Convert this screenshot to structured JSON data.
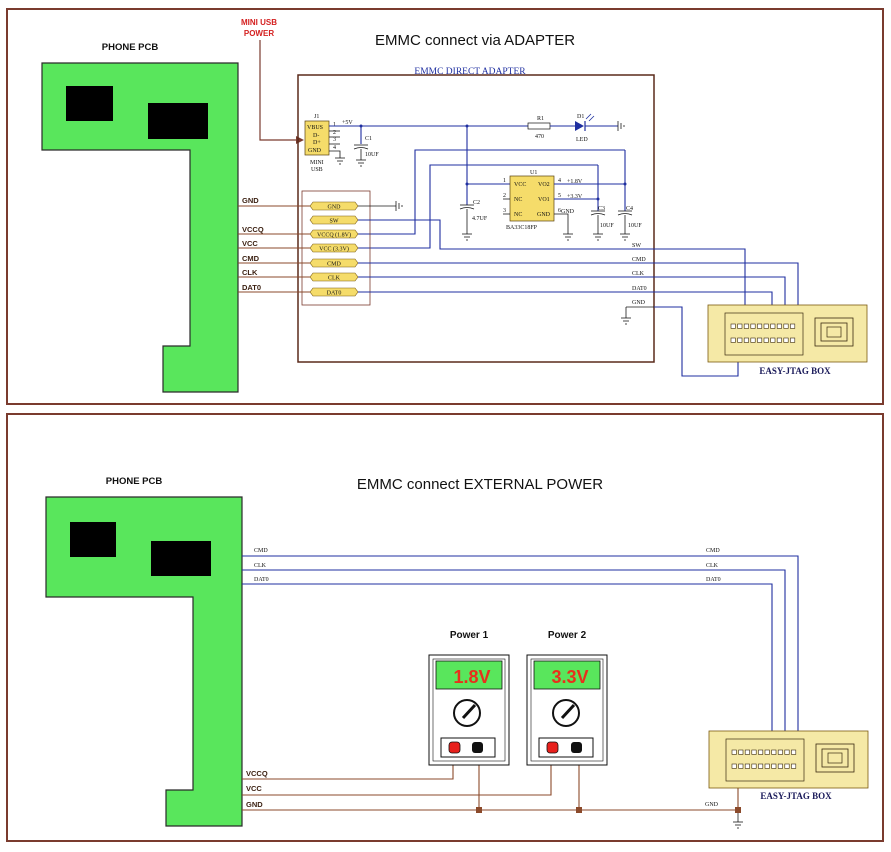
{
  "top": {
    "title": "EMMC connect via ADAPTER",
    "pcb_label": "PHONE PCB",
    "usb_label": [
      "MINI USB",
      "POWER"
    ],
    "adapter_title": "EMMC DIRECT ADAPTER",
    "pcb_signals": [
      "GND",
      "VCCQ",
      "VCC",
      "CMD",
      "CLK",
      "DAT0"
    ],
    "header_pins": [
      "GND",
      "SW",
      "VCCQ (1.8V)",
      "VCC (3.3V)",
      "CMD",
      "CLK",
      "DAT0"
    ],
    "j1": {
      "ref": "J1",
      "pins": [
        "VBUS",
        "D-",
        "D+",
        "GND"
      ],
      "nums": [
        "1",
        "2",
        "3",
        "4"
      ],
      "name": [
        "MINI",
        "USB"
      ]
    },
    "plus5v": "+5V",
    "c1": {
      "ref": "C1",
      "val": "10UF"
    },
    "r1": {
      "ref": "R1",
      "val": "470"
    },
    "d1": {
      "ref": "D1",
      "val": "LED"
    },
    "u1": {
      "ref": "U1",
      "left_pins": [
        "VCC",
        "NC",
        "NC"
      ],
      "right_pins": [
        "VO2",
        "VO1",
        "GND"
      ],
      "left_nums": [
        "1",
        "2",
        "3"
      ],
      "right_nums": [
        "4",
        "5",
        "6"
      ],
      "part": "BA33C18FP",
      "out1": "+1.8V",
      "out2": "+3.3V",
      "gnd": "GND"
    },
    "c2": {
      "ref": "C2",
      "val": "4.7UF"
    },
    "c3": {
      "ref": "C3",
      "val": "10UF"
    },
    "c4": {
      "ref": "C4",
      "val": "10UF"
    },
    "right_signals": [
      "SW",
      "CMD",
      "CLK",
      "DAT0",
      "GND"
    ],
    "jtag_label": "EASY-JTAG BOX"
  },
  "bottom": {
    "title": "EMMC connect EXTERNAL POWER",
    "pcb_label": "PHONE PCB",
    "signals_top": [
      "CMD",
      "CLK",
      "DAT0"
    ],
    "signals_bottom": [
      "VCCQ",
      "VCC",
      "GND"
    ],
    "power1": {
      "label": "Power 1",
      "voltage": "1.8V"
    },
    "power2": {
      "label": "Power 2",
      "voltage": "3.3V"
    },
    "gnd_label": "GND",
    "jtag_label": "EASY-JTAG BOX"
  },
  "colors": {
    "pcb": "#59e65c",
    "wire_brown": "#8b4a2b",
    "wire_blue": "#1f2fa0",
    "frame": "#7a3b2e",
    "usb_red": "#d42020",
    "display_red": "#e8301c"
  }
}
